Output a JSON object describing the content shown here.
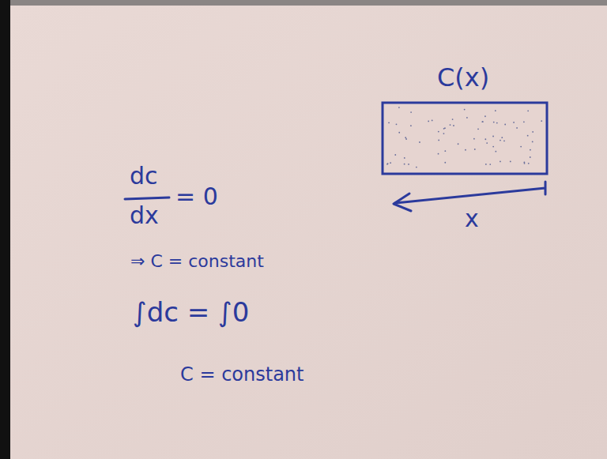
{
  "diagram": {
    "labels": [
      "C(x)",
      "x",
      "dc",
      "dx",
      "= 0",
      "⇒ C = constant",
      "∫dc = ∫0",
      "C = constant"
    ]
  }
}
